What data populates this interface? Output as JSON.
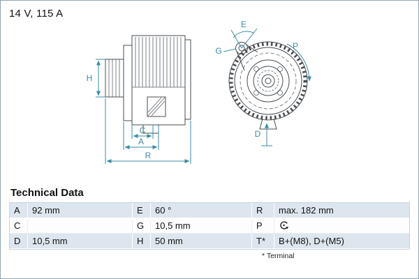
{
  "title": "14 V, 115 A",
  "drawing": {
    "dimension_color": "#3a8ca3",
    "labels": {
      "H": "H",
      "C": "C",
      "A": "A",
      "R": "R",
      "E": "E",
      "G": "G",
      "P": "P",
      "D": "D"
    }
  },
  "technical_data": {
    "heading": "Technical Data",
    "rows": [
      [
        {
          "label": "A",
          "value": "92 mm"
        },
        {
          "label": "E",
          "value": "60 °"
        },
        {
          "label": "R",
          "value": "max. 182 mm"
        }
      ],
      [
        {
          "label": "C",
          "value": ""
        },
        {
          "label": "G",
          "value": "10,5 mm"
        },
        {
          "label": "P",
          "value": "",
          "icon": "rotation-direction-icon"
        }
      ],
      [
        {
          "label": "D",
          "value": "10,5 mm"
        },
        {
          "label": "H",
          "value": "50 mm"
        },
        {
          "label": "T*",
          "value": "B+(M8), D+(M5)"
        }
      ]
    ],
    "footnote": "* Terminal"
  }
}
